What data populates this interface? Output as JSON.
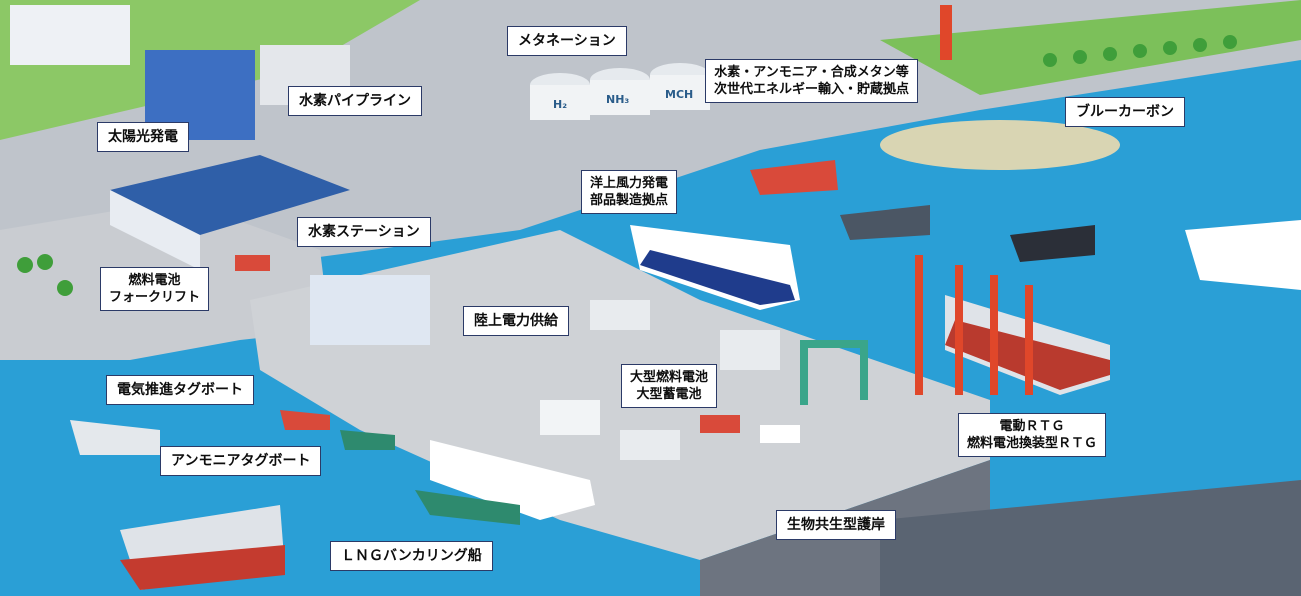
{
  "labels": {
    "methanation": "メタネーション",
    "hydrogen_pipeline": "水素パイプライン",
    "import_storage": "水素・アンモニア・合成メタン等\n次世代エネルギー輸入・貯蔵拠点",
    "blue_carbon": "ブルーカーボン",
    "solar": "太陽光発電",
    "offshore_wind": "洋上風力発電\n部品製造拠点",
    "hydrogen_station": "水素ステーション",
    "fc_forklift": "燃料電池\nフォークリフト",
    "shore_power": "陸上電力供給",
    "electric_tugboat": "電気推進タグボート",
    "large_fc_battery": "大型燃料電池\n大型蓄電池",
    "electric_rtg": "電動ＲＴＧ\n燃料電池換装型ＲＴＧ",
    "ammonia_tugboat": "アンモニアタグボート",
    "bio_seawall": "生物共生型護岸",
    "lng_bunkering": "ＬＮＧバンカリング船"
  },
  "tank_labels": {
    "h2": "H₂",
    "nh3": "NH₃",
    "mch": "MCH"
  },
  "colors": {
    "sea": "#2a9fd6",
    "land": "#c9ccd1",
    "grass": "#7cc05a",
    "crane_red": "#e0472a",
    "crane_green": "#3aa58a"
  }
}
